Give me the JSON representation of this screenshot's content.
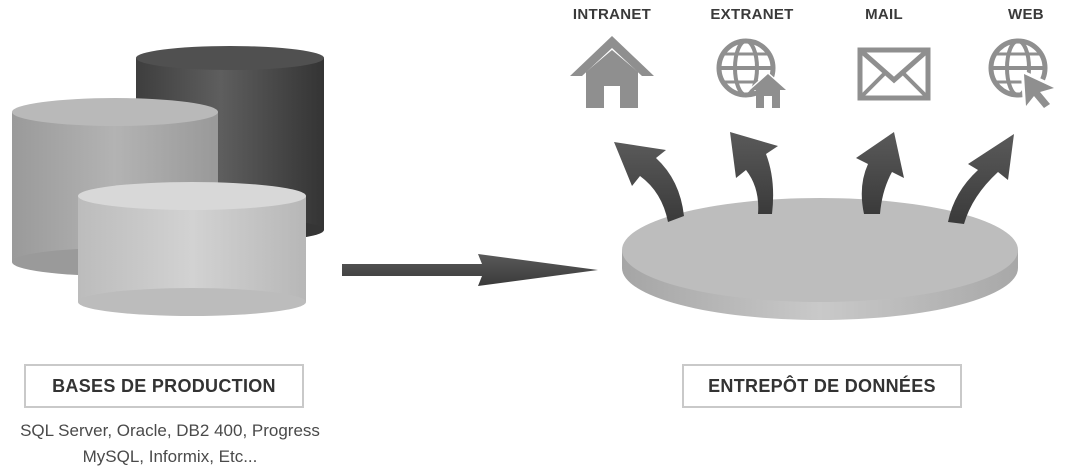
{
  "targets": {
    "intranet": "INTRANET",
    "extranet": "EXTRANET",
    "mail": "MAIL",
    "web": "WEB"
  },
  "sources": {
    "title": "BASES DE PRODUCTION",
    "line1": "SQL Server, Oracle, DB2 400, Progress",
    "line2": "MySQL, Informix, Etc..."
  },
  "warehouse": {
    "title": "ENTREPÔT DE DONNÉES"
  },
  "icons": {
    "intranet": "house-icon",
    "extranet": "globe-house-icon",
    "mail": "envelope-icon",
    "web": "globe-cursor-icon"
  },
  "colors": {
    "icon_gray": "#8f8f8f",
    "arrow_dark": "#4d4d4d",
    "cylinder_dark": "#4a4a4a",
    "cylinder_mid": "#a8a8a8",
    "cylinder_light": "#c4c4c4",
    "disc": "#b8b8b8",
    "border": "#c9c9c9"
  }
}
